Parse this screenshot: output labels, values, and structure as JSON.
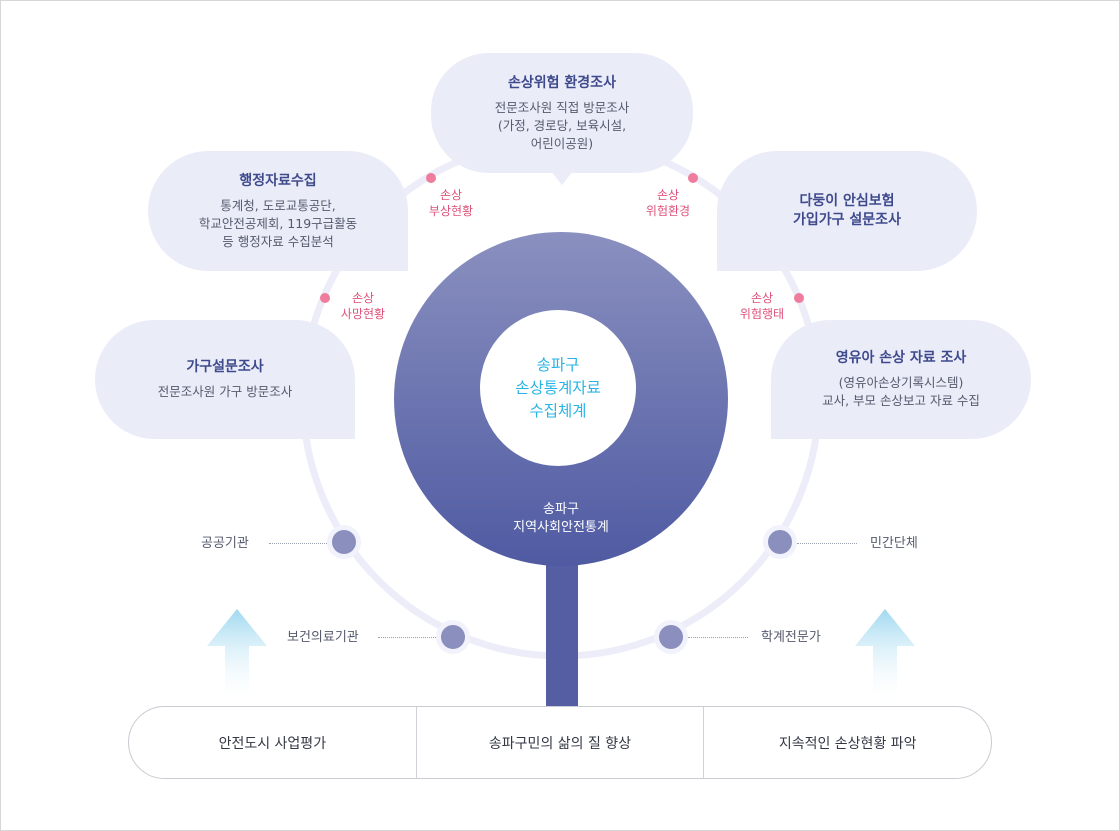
{
  "colors": {
    "accent_blue": "#3e4a8c",
    "hub_purple": "#555ea3",
    "bubble_fill": "#eaecf8",
    "pink_label": "#e0527a",
    "cyan_text": "#2ab4e6"
  },
  "hub": {
    "inner_text": "송파구\n손상통계자료\n수집체계",
    "outer_text": "송파구\n지역사회안전통계"
  },
  "sources": [
    {
      "title": "손상위험 환경조사",
      "desc": "전문조사원 직접 방문조사\n(가정, 경로당, 보육시설,\n어린이공원)"
    },
    {
      "title": "행정자료수집",
      "desc": "통계청, 도로교통공단,\n학교안전공제회, 119구급활동\n등 행정자료 수집분석"
    },
    {
      "title": "다둥이 안심보험\n가입가구 설문조사",
      "desc": ""
    },
    {
      "title": "가구설문조사",
      "desc": "전문조사원 가구 방문조사"
    },
    {
      "title": "영유아 손상 자료 조사",
      "desc": "(영유아손상기록시스템)\n교사, 부모 손상보고 자료 수집"
    }
  ],
  "ring_labels": [
    "손상\n부상현황",
    "손상\n위험환경",
    "손상\n사망현황",
    "손상\n위험행태"
  ],
  "organizations": [
    "공공기관",
    "보건의료기관",
    "민간단체",
    "학계전문가"
  ],
  "outcomes": [
    "안전도시 사업평가",
    "송파구민의 삶의 질 향상",
    "지속적인 손상현황 파악"
  ]
}
